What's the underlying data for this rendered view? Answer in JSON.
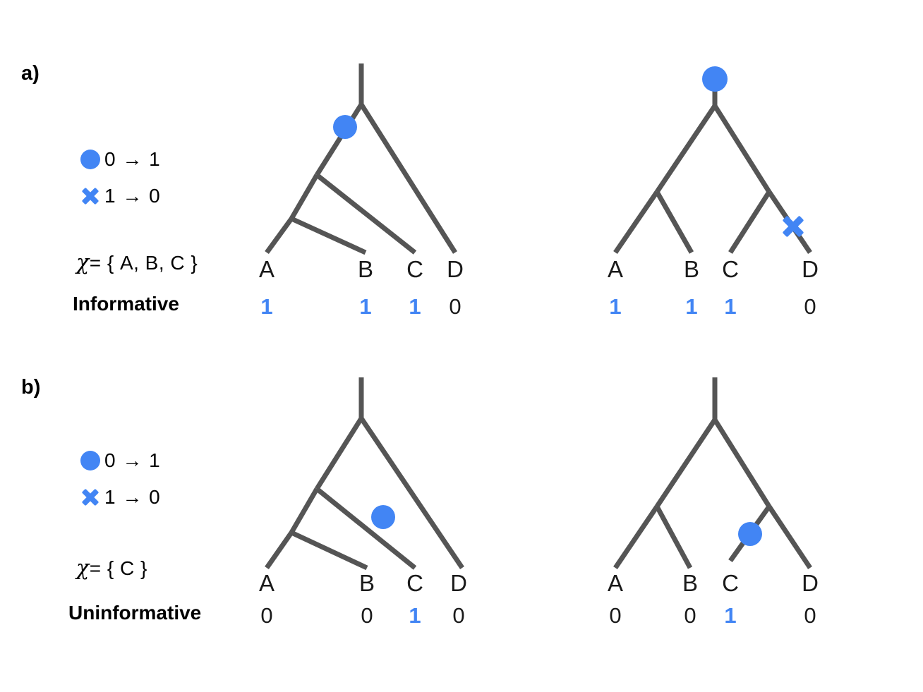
{
  "figure": {
    "background": "#ffffff",
    "accent_blue": "#4285f4",
    "branch_color": "#555555"
  },
  "panels": [
    {
      "letter": "a)",
      "legend": {
        "gain": {
          "icon": "blue-circle-icon",
          "label": "0 → 1"
        },
        "loss": {
          "icon": "blue-cross-icon",
          "label": "1 → 0"
        }
      },
      "character_set": "χ = { A, B, C }",
      "chi_symbol": "χ",
      "chi_rest": "= { A, B, C }",
      "verdict": "Informative",
      "trees": [
        {
          "name": "ladder-tree",
          "leaves": [
            "A",
            "B",
            "C",
            "D"
          ],
          "states": [
            "1",
            "1",
            "1",
            "0"
          ],
          "events": [
            {
              "type": "gain",
              "icon": "blue-circle-icon"
            }
          ]
        },
        {
          "name": "balanced-tree",
          "leaves": [
            "A",
            "B",
            "C",
            "D"
          ],
          "states": [
            "1",
            "1",
            "1",
            "0"
          ],
          "events": [
            {
              "type": "gain",
              "icon": "blue-circle-icon"
            },
            {
              "type": "loss",
              "icon": "blue-cross-icon"
            }
          ]
        }
      ]
    },
    {
      "letter": "b)",
      "legend": {
        "gain": {
          "icon": "blue-circle-icon",
          "label": "0 → 1"
        },
        "loss": {
          "icon": "blue-cross-icon",
          "label": "1 → 0"
        }
      },
      "character_set": "χ = { C }",
      "chi_symbol": "χ",
      "chi_rest": "= { C }",
      "verdict": "Uninformative",
      "trees": [
        {
          "name": "ladder-tree",
          "leaves": [
            "A",
            "B",
            "C",
            "D"
          ],
          "states": [
            "0",
            "0",
            "1",
            "0"
          ],
          "events": [
            {
              "type": "gain",
              "icon": "blue-circle-icon"
            }
          ]
        },
        {
          "name": "balanced-tree",
          "leaves": [
            "A",
            "B",
            "C",
            "D"
          ],
          "states": [
            "0",
            "0",
            "1",
            "0"
          ],
          "events": [
            {
              "type": "gain",
              "icon": "blue-circle-icon"
            }
          ]
        }
      ]
    }
  ]
}
